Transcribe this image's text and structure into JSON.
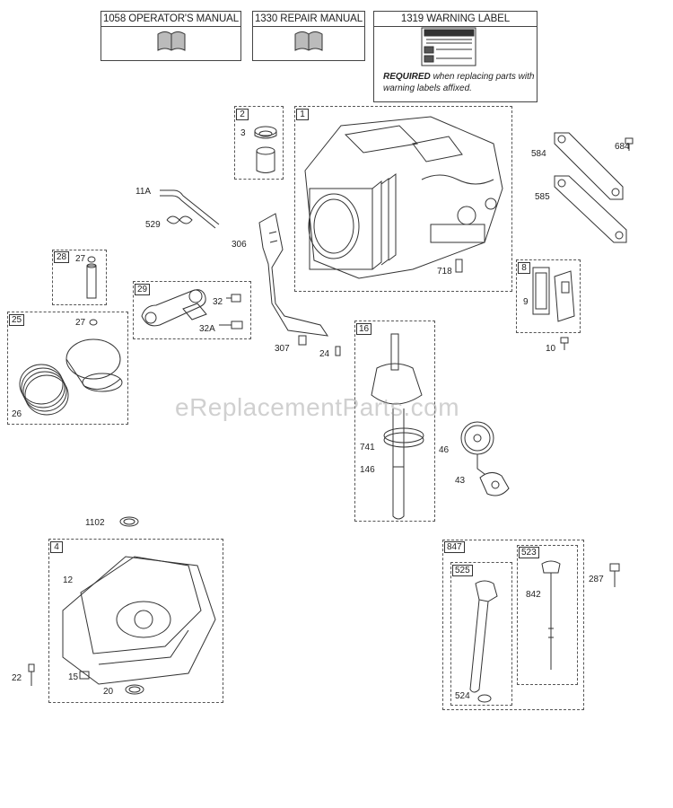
{
  "header": {
    "operators_manual": "1058 OPERATOR'S MANUAL",
    "repair_manual": "1330 REPAIR MANUAL",
    "warning_label": "1319 WARNING LABEL",
    "required_bold": "REQUIRED",
    "required_rest": " when replacing parts with warning labels affixed."
  },
  "watermark": "eReplacementParts.com",
  "tags": {
    "t1": "1",
    "t2": "2",
    "t4": "4",
    "t8": "8",
    "t16": "16",
    "t25": "25",
    "t28": "28",
    "t29": "29",
    "t523": "523",
    "t525": "525",
    "t847": "847"
  },
  "labels": {
    "l3": "3",
    "l11a": "11A",
    "l529": "529",
    "l306": "306",
    "l718": "718",
    "l584": "584",
    "l684": "684",
    "l585": "585",
    "l27a": "27",
    "l27b": "27",
    "l32": "32",
    "l32a": "32A",
    "l26": "26",
    "l307": "307",
    "l24": "24",
    "l9": "9",
    "l10": "10",
    "l741": "741",
    "l146": "146",
    "l46": "46",
    "l43": "43",
    "l1102": "1102",
    "l12": "12",
    "l22": "22",
    "l15": "15",
    "l20": "20",
    "l842": "842",
    "l287": "287",
    "l524": "524"
  }
}
